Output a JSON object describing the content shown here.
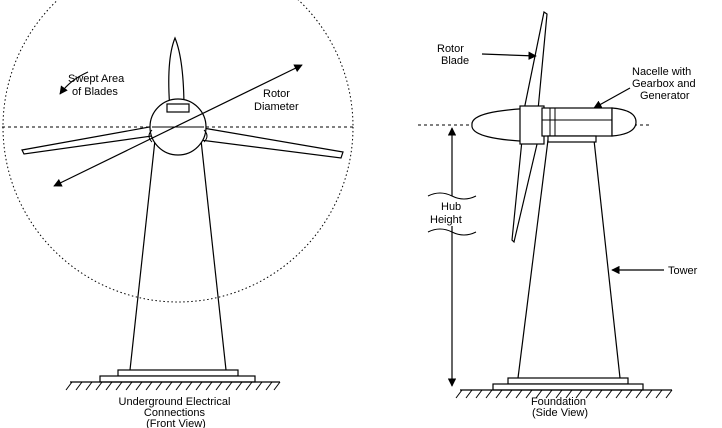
{
  "labels": {
    "swept_area_line1": "Swept Area",
    "swept_area_line2": "of Blades",
    "rotor_diameter_line1": "Rotor",
    "rotor_diameter_line2": "Diameter",
    "front_caption_line1": "Underground Electrical",
    "front_caption_line2": "Connections",
    "front_caption_line3": "(Front View)",
    "rotor_blade_line1": "Rotor",
    "rotor_blade_line2": "Blade",
    "nacelle_line1": "Nacelle with",
    "nacelle_line2": "Gearbox and",
    "nacelle_line3": "Generator",
    "hub_height_line1": "Hub",
    "hub_height_line2": "Height",
    "tower": "Tower",
    "side_caption_line1": "Foundation",
    "side_caption_line2": "(Side View)"
  }
}
